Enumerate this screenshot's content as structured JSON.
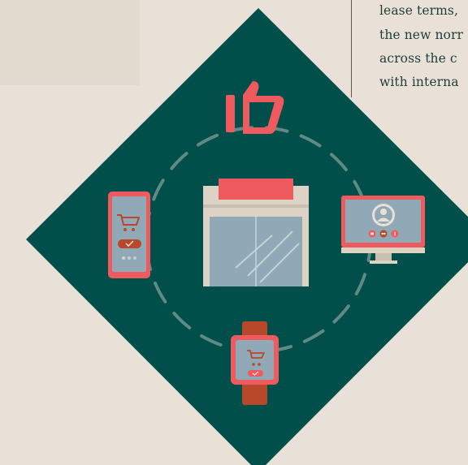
{
  "article_text": {
    "lines": [
      "lease terms,",
      "the new norr",
      "across the c",
      "with interna"
    ]
  },
  "illustration": {
    "icons": [
      "thumbs-up-icon",
      "smartphone-shopping-cart-icon",
      "storefront-icon",
      "desktop-video-call-icon",
      "smartwatch-shopping-cart-icon"
    ],
    "colors": {
      "diamond": "#004f4b",
      "background": "#e9e1d7",
      "accent_red": "#ef5a5f",
      "screen_blue": "#91a9b6",
      "frame_beige": "#dcd3c5",
      "watch_rust": "#b7482a"
    }
  }
}
